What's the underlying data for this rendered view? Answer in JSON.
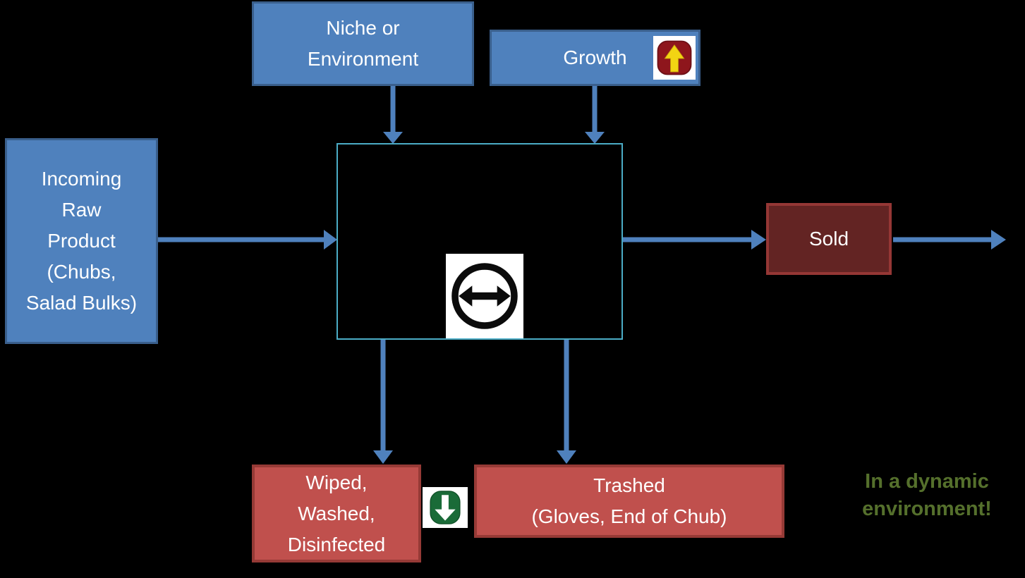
{
  "title": "Raw product flow diagram",
  "colors": {
    "background": "#000000",
    "blue_box_fill": "#4f81bd",
    "blue_box_border": "#3a5f8c",
    "red_box_fill": "#c0504d",
    "red_box_border": "#963a36",
    "sold_box_fill": "#632423",
    "sold_box_border": "#953735",
    "process_box_border": "#4bacc6",
    "arrow_color": "#4f81bd",
    "annotation_text_color": "#55702c",
    "growth_icon_red": "#8e161c",
    "growth_icon_arrow_yellow": "#f2d413",
    "decrease_icon_green": "#1a6b38"
  },
  "nodes": {
    "niche": {
      "label": "Niche or\nEnvironment"
    },
    "growth": {
      "label": "Growth"
    },
    "incoming": {
      "label": "Incoming\nRaw\nProduct\n(Chubs,\nSalad Bulks)"
    },
    "sold": {
      "label": "Sold"
    },
    "wiped": {
      "label": "Wiped,\nWashed,\nDisinfected"
    },
    "trashed": {
      "label": "Trashed\n(Gloves, End of Chub)"
    }
  },
  "annotation": {
    "label": "In a dynamic\nenvironment!"
  },
  "icons": {
    "growth": "up-arrow-icon",
    "process": "horizontal-double-arrow-icon",
    "wiped": "down-arrow-icon"
  }
}
